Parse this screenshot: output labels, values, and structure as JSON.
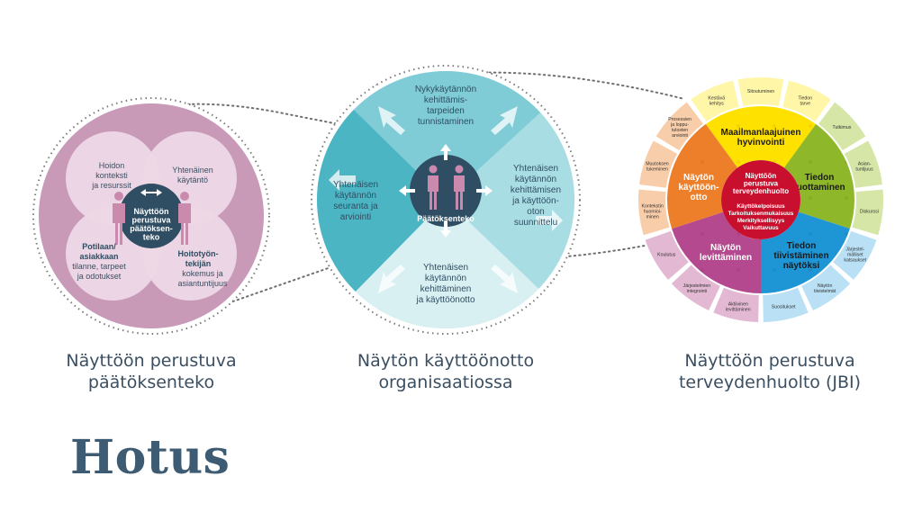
{
  "colors": {
    "purple_dark": "#c999b8",
    "purple_light": "#eed8e6",
    "teal_dark": "#4bb5c3",
    "teal_light": "#c2e6ec",
    "navy": "#2f4e63",
    "yellow": "#ffe100",
    "green": "#8fb72a",
    "blue": "#1e96d6",
    "magenta": "#b4498f",
    "orange": "#ee7f2a",
    "red": "#c8102e",
    "logo": "#3d5b73"
  },
  "left_circle": {
    "center_label": [
      "Näyttöön",
      "perustuva",
      "päätöksen-",
      "teko"
    ],
    "q1": [
      "Hoidon",
      "konteksti",
      "ja resurssit"
    ],
    "q2": [
      "Yhtenäinen",
      "käytäntö"
    ],
    "q3_bold": [
      "Potilaan/",
      "asiakkaan"
    ],
    "q3": [
      "tilanne, tarpeet",
      "ja odotukset"
    ],
    "q4_bold": [
      "Hoitotyön-",
      "tekijän"
    ],
    "q4": [
      "kokemus ja",
      "asiantuntijuus"
    ],
    "caption": [
      "Näyttöön perustuva",
      "päätöksenteko"
    ]
  },
  "middle_circle": {
    "top": [
      "Nykykäytännön",
      "kehittämis-",
      "tarpeiden",
      "tunnistaminen"
    ],
    "left": [
      "Yhtenäisen",
      "käytännön",
      "seuranta ja",
      "arviointi"
    ],
    "right": [
      "Yhtenäisen",
      "käytännön",
      "kehittämisen",
      "ja käyttöön-",
      "oton",
      "suunnittelu"
    ],
    "bottom": [
      "Yhtenäisen",
      "käytännön",
      "kehittäminen",
      "ja käyttöönotto"
    ],
    "center_label": "Päätöksenteko",
    "caption": [
      "Näytön käyttöönotto",
      "organisaatiossa"
    ]
  },
  "right_circle": {
    "center_title": [
      "Näyttöön",
      "perustuva",
      "terveydenhuolto"
    ],
    "center_items": [
      "Käyttökelpoisuus",
      "Tarkoituksenmukaisuus",
      "Merkityksellisyys",
      "Vaikuttavuus"
    ],
    "segments": {
      "yellow": [
        "Maailmanlaajuinen",
        "hyvinvointi"
      ],
      "green": [
        "Tiedon",
        "tuottaminen"
      ],
      "blue": [
        "Tiedon",
        "tiivistäminen",
        "näytöksi"
      ],
      "magenta": [
        "Näytön",
        "levittäminen"
      ],
      "orange": [
        "Näytön",
        "käyttöön-",
        "otto"
      ]
    },
    "outer": {
      "yellow": [
        [
          "Kestävä",
          "kehitys"
        ],
        [
          "Sitoutuminen"
        ],
        [
          "Tiedon",
          "tarve"
        ]
      ],
      "green": [
        [
          "Tutkimus"
        ],
        [
          "Asian-",
          "tuntijuus"
        ],
        [
          "Diskurssi"
        ]
      ],
      "blue": [
        [
          "Järjestel-",
          "mälliset",
          "katsaukset"
        ],
        [
          "Näytön",
          "tiivistelmät"
        ],
        [
          "Suositukset"
        ]
      ],
      "magenta": [
        [
          "Aktiivinen",
          "levittäminen"
        ],
        [
          "Järjestelmien",
          "integrointi"
        ],
        [
          "Koulutus"
        ]
      ],
      "orange": [
        [
          "Kontekstin",
          "huomioi-",
          "minen"
        ],
        [
          "Muutoksen",
          "tukeminen"
        ],
        [
          "Prosessien",
          "ja loppu-",
          "tulosten",
          "arviointi"
        ]
      ]
    },
    "caption": [
      "Näyttöön perustuva",
      "terveydenhuolto (JBI)"
    ]
  },
  "logo_text": "Hotus"
}
